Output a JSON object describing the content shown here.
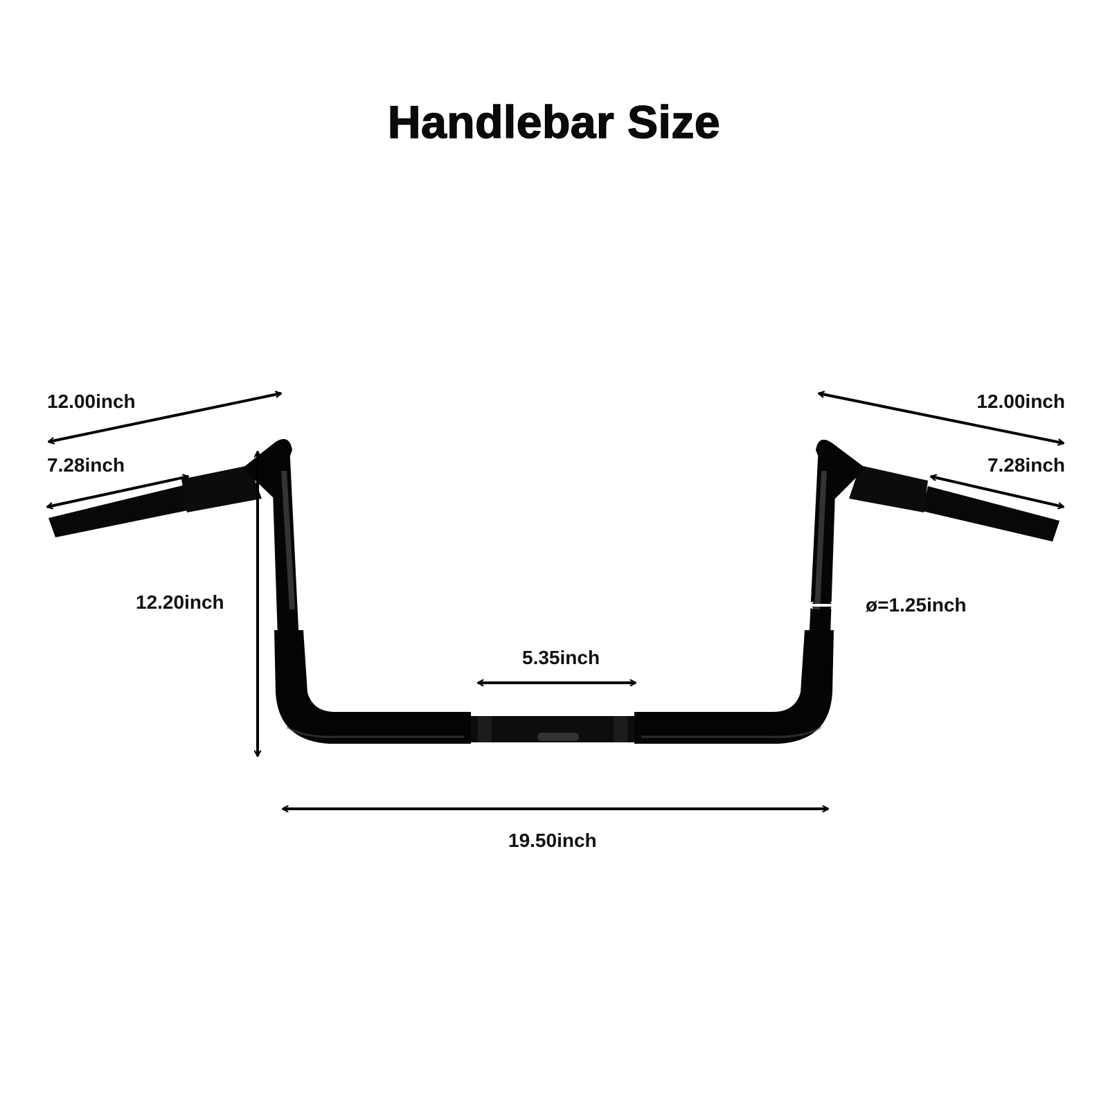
{
  "title": "Handlebar Size",
  "colors": {
    "background": "#ffffff",
    "handlebar": "#050505",
    "arrow": "#000000",
    "diameter_arrow": "#ffffff",
    "text": "#111111"
  },
  "dimensions": {
    "overall_rise_left": {
      "label": "12.00inch",
      "value": 12.0,
      "unit": "inch"
    },
    "grip_length_left": {
      "label": "7.28inch",
      "value": 7.28,
      "unit": "inch"
    },
    "overall_rise_right": {
      "label": "12.00inch",
      "value": 12.0,
      "unit": "inch"
    },
    "grip_length_right": {
      "label": "7.28inch",
      "value": 7.28,
      "unit": "inch"
    },
    "height": {
      "label": "12.20inch",
      "value": 12.2,
      "unit": "inch"
    },
    "diameter": {
      "label": "ø=1.25inch",
      "value": 1.25,
      "unit": "inch"
    },
    "center_width": {
      "label": "5.35inch",
      "value": 5.35,
      "unit": "inch"
    },
    "pullback_width": {
      "label": "19.50inch",
      "value": 19.5,
      "unit": "inch"
    }
  }
}
